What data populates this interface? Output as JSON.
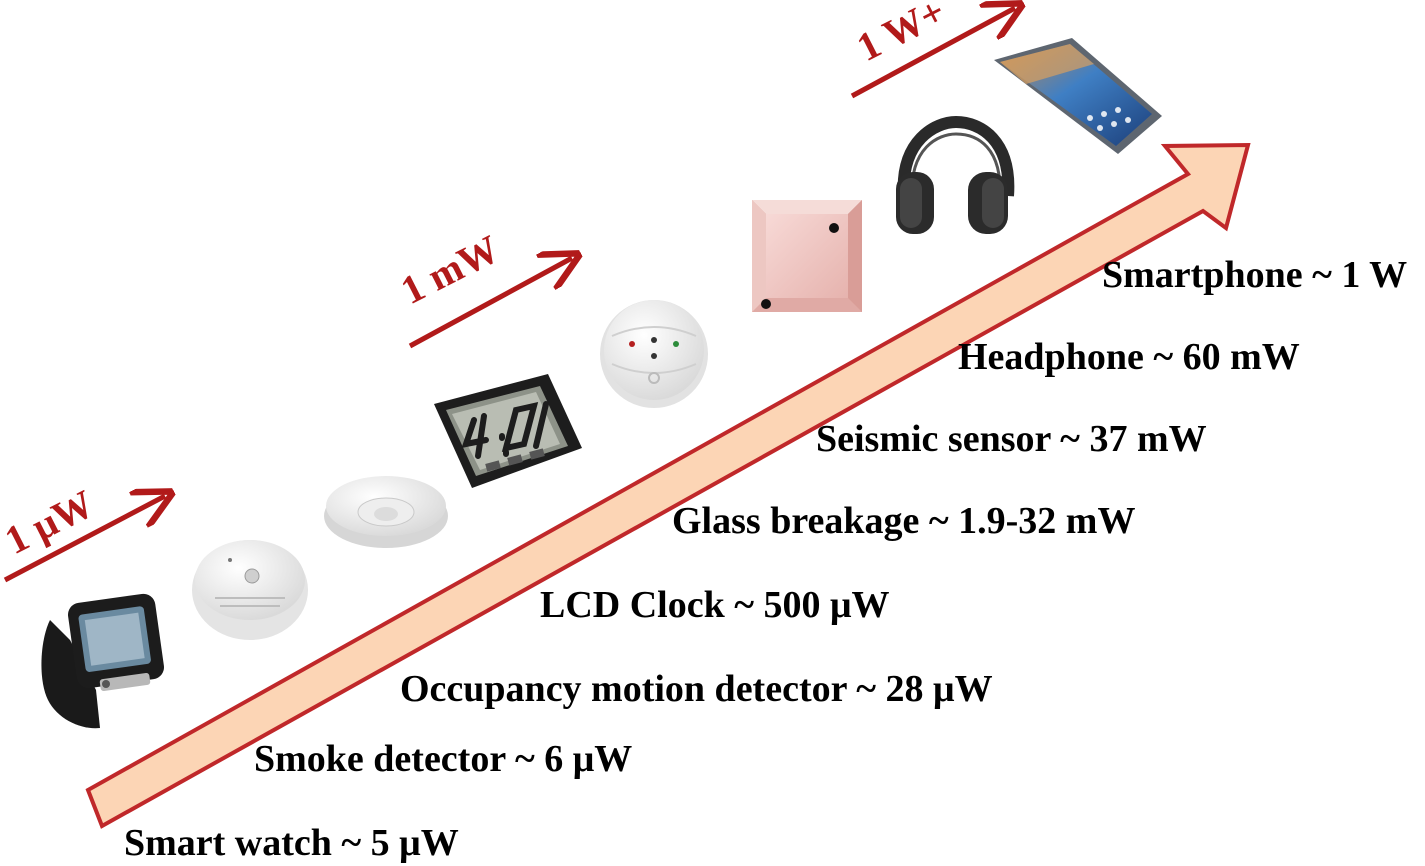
{
  "ranges": [
    {
      "label": "1 μW"
    },
    {
      "label": "1 mW"
    },
    {
      "label": "1 W+"
    }
  ],
  "devices": [
    {
      "label": "Smart watch ~ 5 μW",
      "icon": "smartwatch-icon"
    },
    {
      "label": "Smoke detector ~ 6 μW",
      "icon": "smoke-detector-icon"
    },
    {
      "label": "Occupancy motion detector ~ 28 μW",
      "icon": "motion-detector-icon"
    },
    {
      "label": "LCD Clock ~ 500 μW",
      "icon": "lcd-clock-icon"
    },
    {
      "label": "Glass breakage ~ 1.9-32 mW",
      "icon": "glass-break-sensor-icon"
    },
    {
      "label": "Seismic sensor ~ 37 mW",
      "icon": "seismic-sensor-icon"
    },
    {
      "label": "Headphone ~ 60 mW",
      "icon": "headphone-icon"
    },
    {
      "label": "Smartphone ~ 1 W",
      "icon": "smartphone-icon"
    }
  ],
  "colors": {
    "arrow_fill": "#fcd5b5",
    "arrow_stroke": "#c0282a",
    "range_arrow": "#b11a1a"
  }
}
